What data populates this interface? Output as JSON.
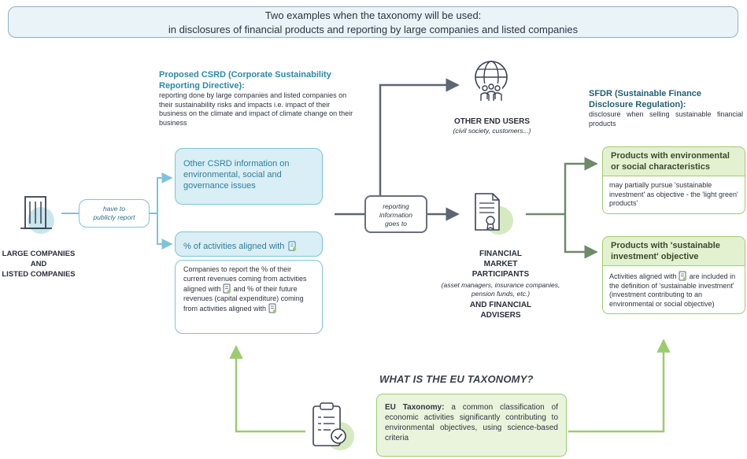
{
  "banner": {
    "line1": "Two examples when the taxonomy will be used:",
    "line2": "in disclosures of financial products and reporting by large companies and listed companies"
  },
  "csrd": {
    "title": "Proposed CSRD (Corporate Sustainability Reporting Directive):",
    "desc": "reporting done by large companies and listed companies on their sustainability risks and impacts i.e. impact of their business on the climate and impact of climate change on their business"
  },
  "other_csrd": {
    "label": "Other CSRD information on environmental, social and governance issues"
  },
  "aligned": {
    "label": "% of activities aligned with",
    "desc1": "Companies to report the % of their current revenues coming from activities aligned with",
    "desc2": "and % of their future revenues (capital expenditure) coming from activities aligned with"
  },
  "companies": {
    "line1": "LARGE COMPANIES",
    "line2": "AND",
    "line3": "LISTED COMPANIES"
  },
  "have_to_report": {
    "line1": "have to",
    "line2": "publicly report"
  },
  "reporting_pill": {
    "line1": "reporting",
    "line2": "information",
    "line3": "goes to"
  },
  "end_users": {
    "title": "OTHER END USERS",
    "sub": "(civil society, customers...)"
  },
  "fmp": {
    "line1": "FINANCIAL",
    "line2": "MARKET",
    "line3": "PARTICIPANTS",
    "sub": "(asset managers, insurance companies, pension funds, etc.)",
    "line4": "AND FINANCIAL",
    "line5": "ADVISERS"
  },
  "sfdr": {
    "title": "SFDR (Sustainable Finance Disclosure Regulation):",
    "desc": "disclosure when selling sustainable financial products"
  },
  "prod_env": {
    "head": "Products with environmental or social characteristics",
    "body": "may partially pursue 'sustainable investment' as objective - the 'light green' products'"
  },
  "prod_sust": {
    "head": "Products with 'sustainable investment' objective",
    "body1": "Activities aligned with",
    "body2": "are included in the definition of 'sustainable investment' (investment contributing to an environmental or social objective)"
  },
  "taxonomy": {
    "question": "WHAT IS THE EU TAXONOMY?",
    "bold": "EU Taxonomy:",
    "text": " a common classification of economic activities significantly contributing to environmental objectives, using science-based criteria"
  },
  "colors": {
    "blue": "#7fc3d8",
    "green": "#9ccc6e",
    "dark": "#5d6673",
    "title_blue": "#2b8aa8"
  }
}
